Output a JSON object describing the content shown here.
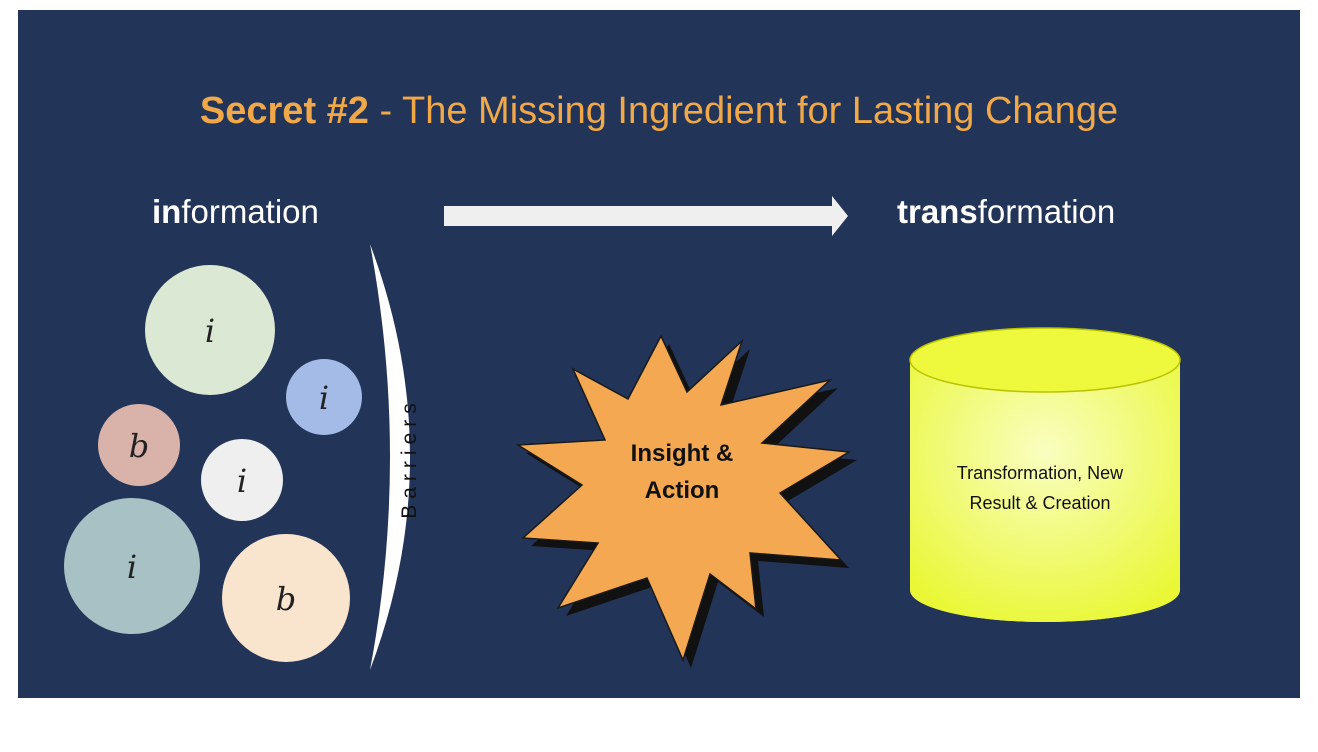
{
  "title": {
    "bold": "Secret #2",
    "rest": " - The Missing Ingredient for Lasting Change"
  },
  "headings": {
    "information_bold": "in",
    "information_rest": "formation",
    "transformation_bold": "trans",
    "transformation_rest": "formation"
  },
  "circles": [
    {
      "label": "i",
      "color": "#dbe8d4"
    },
    {
      "label": "i",
      "color": "#a3bbe6"
    },
    {
      "label": "b",
      "color": "#d9b3aa"
    },
    {
      "label": "i",
      "color": "#efefef"
    },
    {
      "label": "i",
      "color": "#a7c1c4"
    },
    {
      "label": "b",
      "color": "#f9e4ce"
    }
  ],
  "barrier": {
    "label": "Barriers",
    "color": "#ffffff"
  },
  "starburst": {
    "line1": "Insight &",
    "line2": "Action",
    "color": "#f3a851"
  },
  "cylinder": {
    "line1": "Transformation, New",
    "line2": "Result & Creation",
    "color": "#f1ff45"
  },
  "colors": {
    "background": "#223457",
    "title": "#f0a849",
    "arrow": "#efefef"
  }
}
